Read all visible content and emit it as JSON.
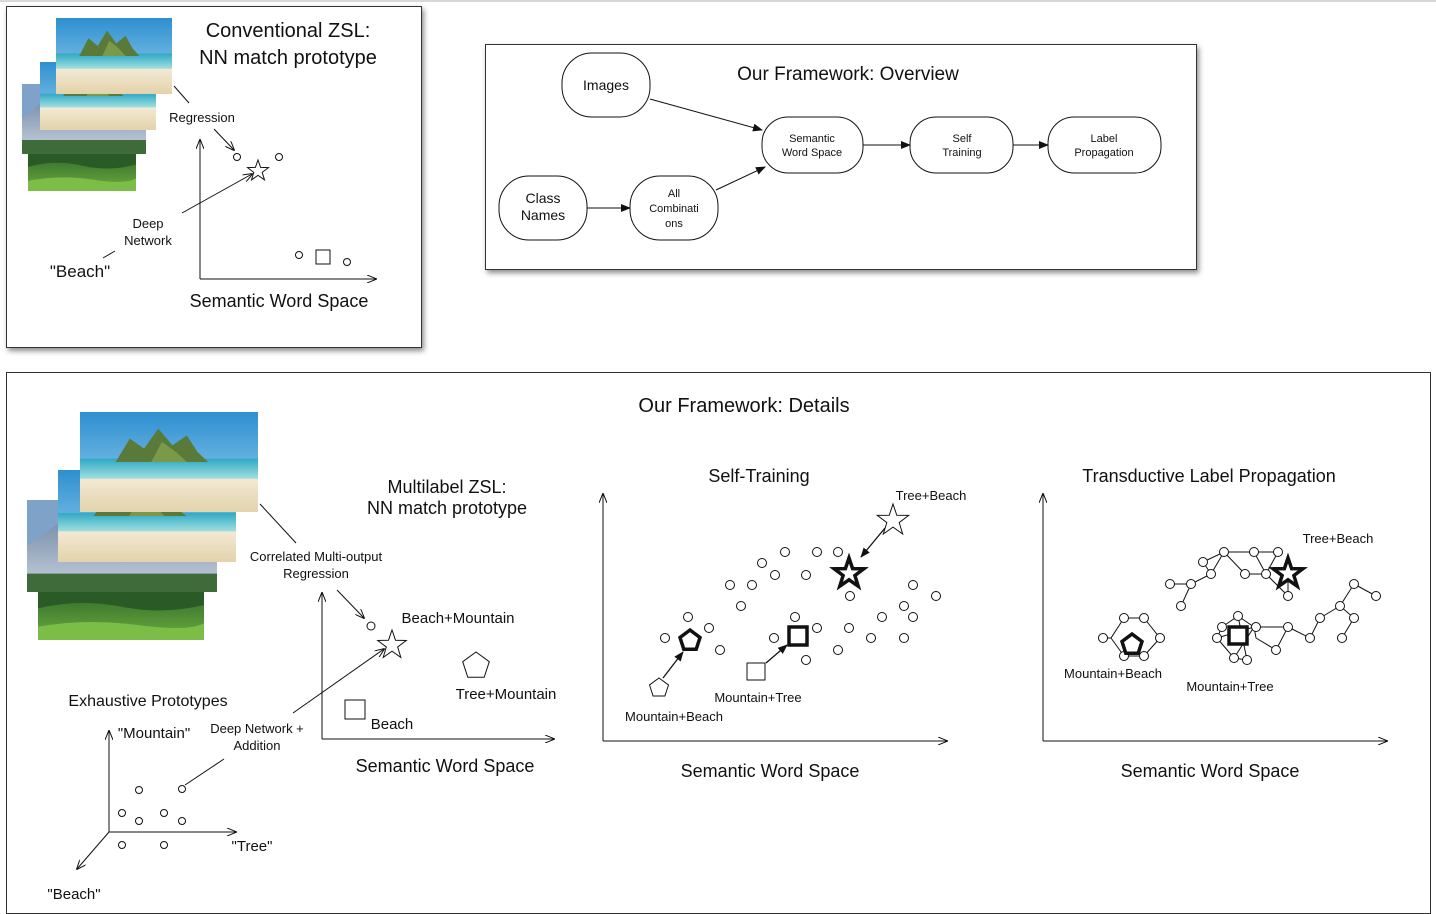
{
  "conventional": {
    "title_line1": "Conventional ZSL:",
    "title_line2": "NN match prototype",
    "regression": "Regression",
    "deep_line1": "Deep",
    "deep_line2": "Network",
    "beach": "\"Beach\"",
    "axis": "Semantic Word Space"
  },
  "overview": {
    "title": "Our Framework: Overview",
    "images": "Images",
    "class_line1": "Class",
    "class_line2": "Names",
    "allcomb_line1": "All",
    "allcomb_line2": "Combinati",
    "allcomb_line3": "ons",
    "sws_line1": "Semantic",
    "sws_line2": "Word Space",
    "self_line1": "Self",
    "self_line2": "Training",
    "label_line1": "Label",
    "label_line2": "Propagation"
  },
  "details": {
    "title": "Our Framework: Details",
    "multilabel_line1": "Multilabel ZSL:",
    "multilabel_line2": "NN match prototype",
    "corr_line1": "Correlated Multi-output",
    "corr_line2": "Regression",
    "beach_mountain": "Beach+Mountain",
    "beach": "Beach",
    "tree_mountain": "Tree+Mountain",
    "axis1": "Semantic Word Space",
    "exhaustive": "Exhaustive Prototypes",
    "mountain": "\"Mountain\"",
    "tree": "\"Tree\"",
    "beach_q": "\"Beach\"",
    "deepadd_line1": "Deep Network +",
    "deepadd_line2": "Addition",
    "self_title": "Self-Training",
    "self_tree_beach": "Tree+Beach",
    "self_mountain_tree": "Mountain+Tree",
    "self_mountain_beach": "Mountain+Beach",
    "axis2": "Semantic Word Space",
    "trans_title": "Transductive Label Propagation",
    "trans_tree_beach": "Tree+Beach",
    "trans_mountain_beach": "Mountain+Beach",
    "trans_mountain_tree": "Mountain+Tree",
    "axis3": "Semantic Word Space"
  },
  "images": [
    "beach-photo",
    "mountain-photo",
    "forest-photo"
  ],
  "colors": {
    "sky": "#4aa6d6",
    "sea": "#3fb6c8",
    "sand": "#efe3c6",
    "forest": "#3f8a2e",
    "mountain": "#8e9cae"
  }
}
